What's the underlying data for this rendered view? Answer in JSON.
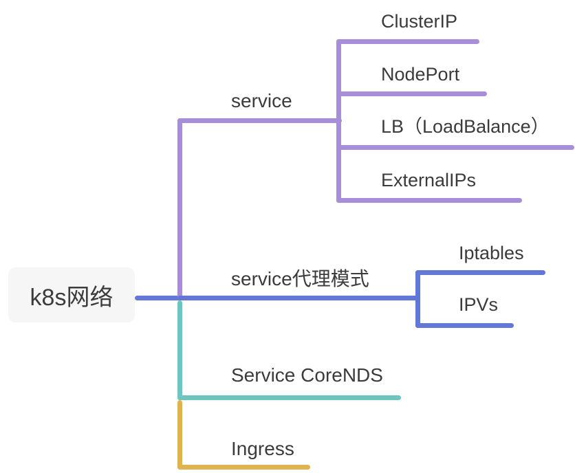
{
  "root": {
    "label": "k8s网络",
    "bg_color": "#f6f6f6"
  },
  "colors": {
    "service_branch": "#a78ed9",
    "proxy_branch": "#6377d4",
    "corends_branch": "#6ec5c0",
    "ingress_branch": "#e0b351",
    "text": "#3b3b3b"
  },
  "branches": [
    {
      "label": "service",
      "color": "#a78ed9",
      "children": [
        {
          "label": "ClusterIP"
        },
        {
          "label": "NodePort"
        },
        {
          "label": "LB（LoadBalance）"
        },
        {
          "label": "ExternalIPs"
        }
      ]
    },
    {
      "label": "service代理模式",
      "color": "#6377d4",
      "children": [
        {
          "label": "Iptables"
        },
        {
          "label": "IPVs"
        }
      ]
    },
    {
      "label": "Service CoreNDS",
      "color": "#6ec5c0",
      "children": []
    },
    {
      "label": "Ingress",
      "color": "#e0b351",
      "children": []
    }
  ]
}
